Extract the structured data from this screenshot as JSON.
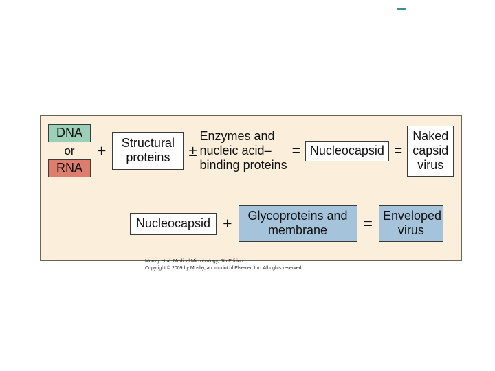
{
  "slide": {
    "background_color": "#ffffff",
    "top_mark_color": "#3f8f93"
  },
  "figure": {
    "panel_background": "#fbeedb",
    "panel_border": "#6b6658",
    "rows": [
      {
        "id": "naked-capsid-equation",
        "terms": {
          "nucleic_acid": {
            "dna_label": "DNA",
            "or_label": "or",
            "rna_label": "RNA",
            "dna_color": "#9ccfb8",
            "rna_color": "#dd7d6d"
          },
          "plus_operator": "+",
          "structural_proteins": "Structural\nproteins",
          "structural_proteins_line1": "Structural",
          "structural_proteins_line2": "proteins",
          "plus_minus_operator": "±",
          "enzymes_line1": "Enzymes and",
          "enzymes_line2": "nucleic acid–",
          "enzymes_line3": "binding proteins",
          "equals_operator_1": "=",
          "nucleocapsid": "Nucleocapsid",
          "equals_operator_2": "=",
          "naked_capsid_line1": "Naked",
          "naked_capsid_line2": "capsid",
          "naked_capsid_line3": "virus"
        }
      },
      {
        "id": "enveloped-virus-equation",
        "terms": {
          "nucleocapsid": "Nucleocapsid",
          "plus_operator": "+",
          "glycoproteins_line1": "Glycoproteins and",
          "glycoproteins_line2": "membrane",
          "glycoproteins_color": "#a5c3db",
          "equals_operator": "=",
          "enveloped_virus_line1": "Enveloped",
          "enveloped_virus_line2": "virus",
          "enveloped_virus_color": "#a5c3db"
        }
      }
    ]
  },
  "attribution": {
    "line1": "Murray et al: Medical Microbiology, 6th Edition.",
    "line2": "Copyright © 2009 by Mosby, an imprint of Elsevier, Inc. All rights reserved."
  }
}
